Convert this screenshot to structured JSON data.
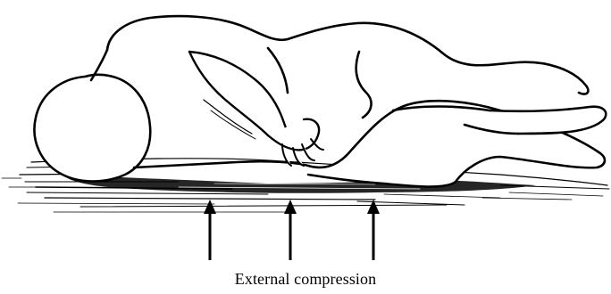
{
  "figure": {
    "caption": "External compression",
    "arrow_count": 3,
    "arrow_direction": "up",
    "colors": {
      "ink": "#000000",
      "background": "#ffffff"
    }
  }
}
